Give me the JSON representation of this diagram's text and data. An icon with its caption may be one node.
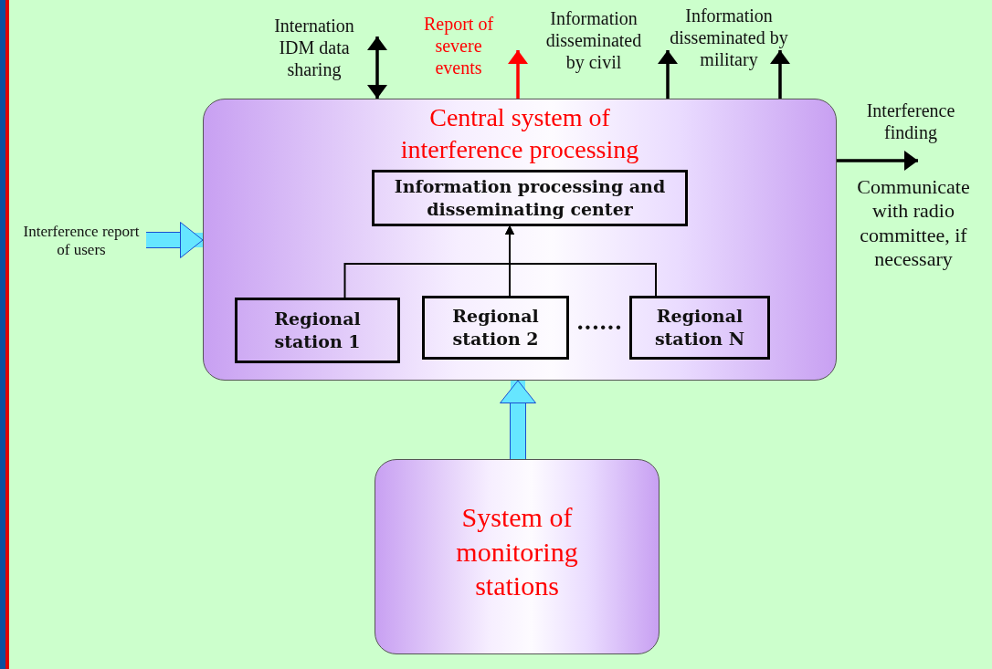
{
  "diagram": {
    "nodes": [
      {
        "text": [
          "Central system of interference processing"
        ]
      },
      {
        "text": [
          "Information processing and disseminating center"
        ],
        "in": 0
      },
      {
        "text": [
          "Regional station 1"
        ],
        "in": 0
      },
      {
        "text": [
          "Regional station 2"
        ],
        "in": 0
      },
      {
        "text": [
          "Regional station N"
        ],
        "in": 0
      },
      {
        "text": [
          "System of monitoring stations"
        ]
      }
    ],
    "edges": [
      {
        "from": 0,
        "to": null,
        "arrow": "both",
        "label": "Internation IDM data sharing"
      },
      {
        "from": 0,
        "to": null,
        "arrow": "to",
        "label": "Report of severe events",
        "color": "#ff0000"
      },
      {
        "from": 0,
        "to": null,
        "arrow": "to",
        "label": "Information disseminated by civil"
      },
      {
        "from": 0,
        "to": null,
        "arrow": "to",
        "label": "Information disseminated by military"
      },
      {
        "from": 0,
        "to": null,
        "arrow": "to",
        "label": "Interference finding"
      },
      {
        "from": null,
        "to": 0,
        "arrow": "to",
        "label": "Interference report of users",
        "style": "thick",
        "color": "#66e6ff"
      },
      {
        "from": 2,
        "to": 1,
        "arrow": "to"
      },
      {
        "from": 3,
        "to": 1,
        "arrow": "to"
      },
      {
        "from": 4,
        "to": 1,
        "arrow": "to"
      },
      {
        "from": 5,
        "to": 0,
        "arrow": "to",
        "style": "thick",
        "color": "#66e6ff"
      }
    ],
    "labels": [
      "......",
      "Communicate with radio committee, if necessary"
    ]
  }
}
